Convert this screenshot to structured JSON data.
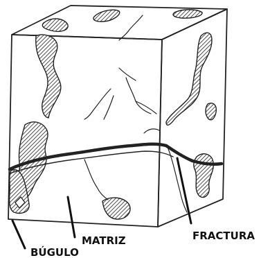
{
  "labels": {
    "vug": "BÚGULO",
    "matrix": "MATRIZ",
    "fracture": "FRACTURA"
  },
  "colors": {
    "ink": "#222222",
    "paper": "#ffffff"
  }
}
